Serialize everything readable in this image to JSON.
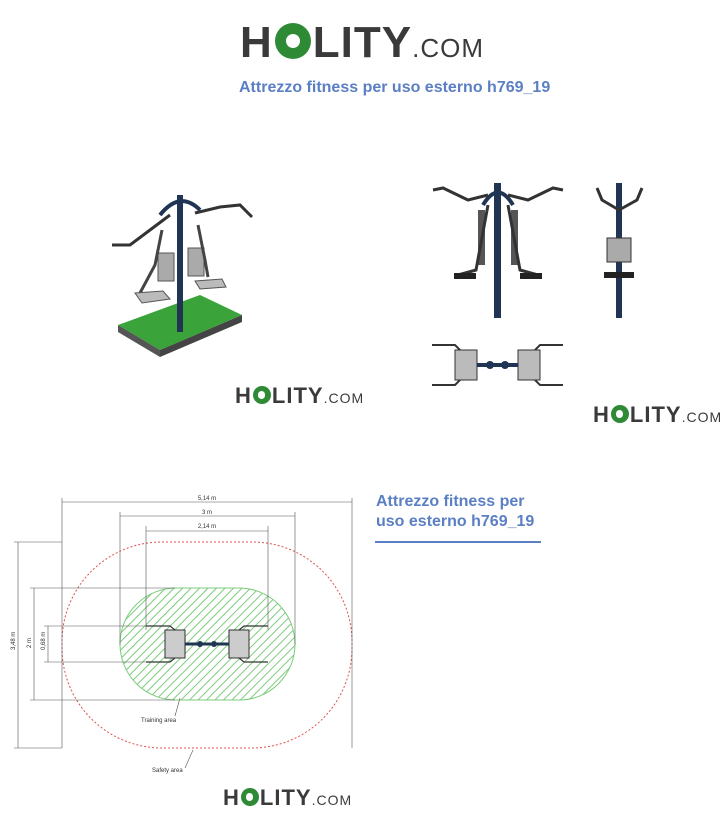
{
  "brand": {
    "main_logo": {
      "h": "H",
      "rest": "LITY",
      "com": ".COM"
    },
    "logo_small_1": {
      "h": "H",
      "rest": "LITY",
      "com": ".COM"
    },
    "logo_small_2": {
      "h": "H",
      "rest": "LITY",
      "com": ".COM"
    },
    "logo_small_3": {
      "h": "H",
      "rest": "LITY",
      "com": ".COM"
    }
  },
  "product": {
    "title_top": "Attrezzo fitness per uso esterno h769_19",
    "title_side_line1": "Attrezzo fitness per",
    "title_side_line2": "uso esterno h769_19"
  },
  "drawing": {
    "dim_outer": "5,14 m",
    "dim_mid": "3 m",
    "dim_inner": "2,14 m",
    "dim_v_outer": "3,48 m",
    "dim_v_mid": "2 m",
    "dim_v_inner": "0,68 m",
    "label_training": "Training area",
    "label_safety": "Safety area"
  },
  "colors": {
    "accent": "#5b7fc4",
    "brand_green": "#2f8a35",
    "frame": "#1f3553",
    "grass": "#3aa43a"
  }
}
